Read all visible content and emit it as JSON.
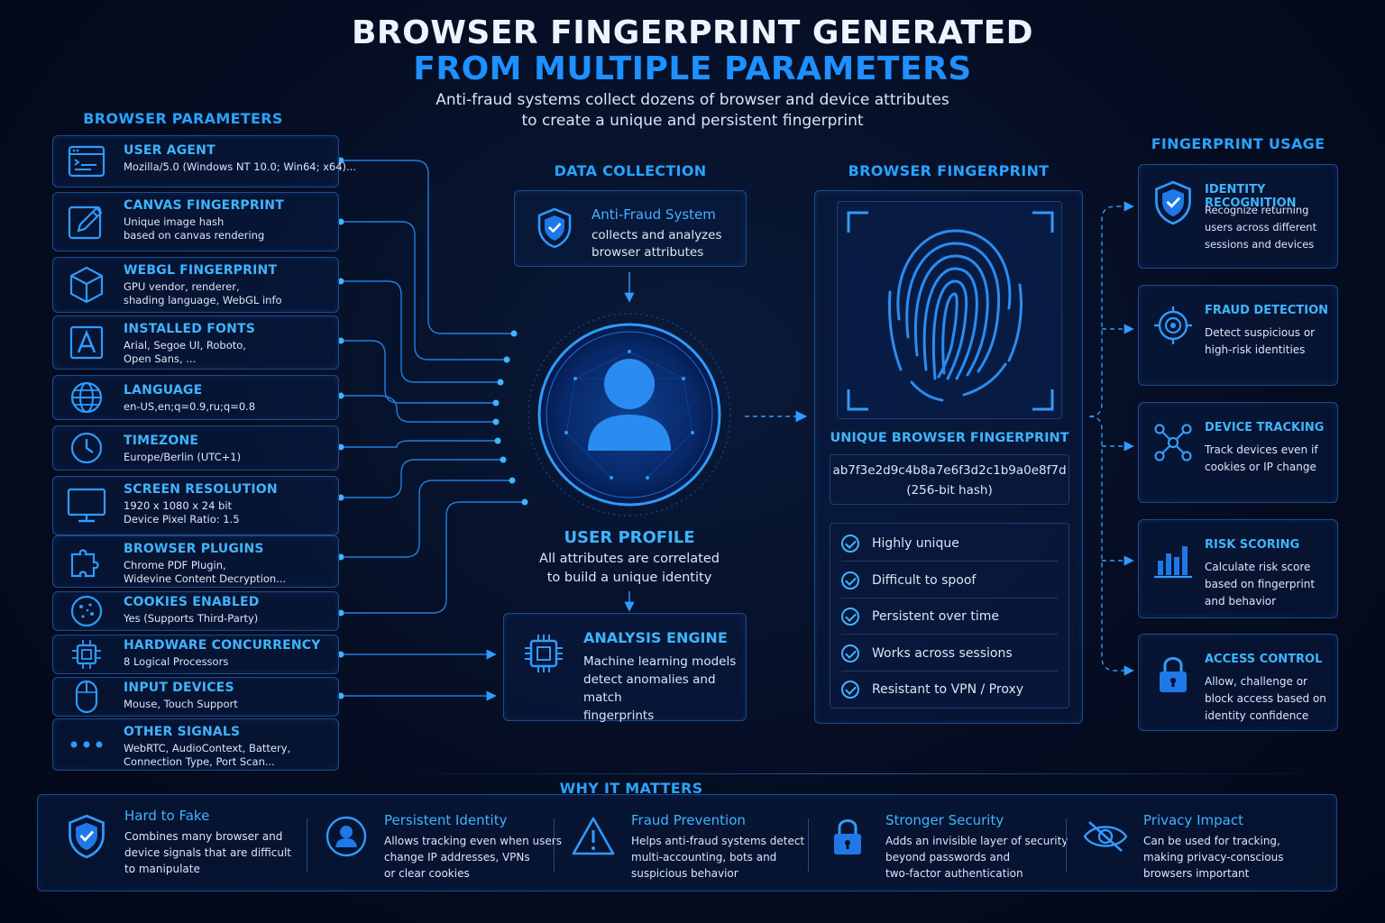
{
  "header": {
    "title_line1": "BROWSER FINGERPRINT GENERATED",
    "title_line2": "FROM MULTIPLE PARAMETERS",
    "subtitle_line1": "Anti-fraud systems collect dozens of browser and device attributes",
    "subtitle_line2": "to create a unique and persistent fingerprint"
  },
  "browser_parameters": {
    "heading": "BROWSER PARAMETERS",
    "items": [
      {
        "title": "USER AGENT",
        "desc1": "Mozilla/5.0 (Windows NT 10.0; Win64; x64)...",
        "desc2": "",
        "icon": "browser-window-icon"
      },
      {
        "title": "CANVAS FINGERPRINT",
        "desc1": "Unique image hash",
        "desc2": "based on canvas rendering",
        "icon": "pencil-canvas-icon"
      },
      {
        "title": "WEBGL FINGERPRINT",
        "desc1": "GPU vendor, renderer,",
        "desc2": "shading language, WebGL info",
        "icon": "cube-icon"
      },
      {
        "title": "INSTALLED FONTS",
        "desc1": "Arial, Segoe UI, Roboto,",
        "desc2": "Open Sans, ...",
        "icon": "font-icon"
      },
      {
        "title": "LANGUAGE",
        "desc1": "en-US,en;q=0.9,ru;q=0.8",
        "desc2": "",
        "icon": "globe-icon"
      },
      {
        "title": "TIMEZONE",
        "desc1": "Europe/Berlin (UTC+1)",
        "desc2": "",
        "icon": "clock-icon"
      },
      {
        "title": "SCREEN RESOLUTION",
        "desc1": "1920 x 1080 x 24 bit",
        "desc2": "Device Pixel Ratio: 1.5",
        "icon": "monitor-icon"
      },
      {
        "title": "BROWSER PLUGINS",
        "desc1": "Chrome PDF Plugin,",
        "desc2": "Widevine Content Decryption...",
        "icon": "puzzle-icon"
      },
      {
        "title": "COOKIES ENABLED",
        "desc1": "Yes (Supports Third-Party)",
        "desc2": "",
        "icon": "cookie-icon"
      },
      {
        "title": "HARDWARE CONCURRENCY",
        "desc1": "8 Logical Processors",
        "desc2": "",
        "icon": "chip-icon"
      },
      {
        "title": "INPUT DEVICES",
        "desc1": "Mouse, Touch Support",
        "desc2": "",
        "icon": "mouse-icon"
      },
      {
        "title": "OTHER SIGNALS",
        "desc1": "WebRTC, AudioContext, Battery,",
        "desc2": "Connection Type, Port Scan...",
        "icon": "dots-icon"
      }
    ]
  },
  "data_collection": {
    "heading": "DATA COLLECTION",
    "title": "Anti-Fraud System",
    "desc1": "collects and analyzes",
    "desc2": "browser attributes"
  },
  "user_profile": {
    "title": "USER PROFILE",
    "desc1": "All attributes are correlated",
    "desc2": "to build a unique identity"
  },
  "analysis_engine": {
    "title": "ANALYSIS ENGINE",
    "desc1": "Machine learning models",
    "desc2": "detect anomalies and match",
    "desc3": "fingerprints"
  },
  "browser_fingerprint": {
    "heading": "BROWSER FINGERPRINT",
    "label": "UNIQUE BROWSER FINGERPRINT",
    "hash": "ab7f3e2d9c4b8a7e6f3d2c1b9a0e8f7d",
    "hash_note": "(256-bit hash)",
    "features": [
      "Highly unique",
      "Difficult to spoof",
      "Persistent over time",
      "Works across sessions",
      "Resistant to VPN / Proxy"
    ]
  },
  "fingerprint_usage": {
    "heading": "FINGERPRINT USAGE",
    "items": [
      {
        "title": "IDENTITY RECOGNITION",
        "desc": "Recognize returning users across different sessions and devices",
        "icon": "shield-check-icon"
      },
      {
        "title": "FRAUD DETECTION",
        "desc": "Detect suspicious or high-risk identities",
        "icon": "target-icon"
      },
      {
        "title": "DEVICE TRACKING",
        "desc": "Track devices even if cookies or IP change",
        "icon": "network-icon"
      },
      {
        "title": "RISK SCORING",
        "desc": "Calculate risk score based on fingerprint and behavior",
        "icon": "bar-chart-icon"
      },
      {
        "title": "ACCESS CONTROL",
        "desc": "Allow, challenge or block access based on identity confidence",
        "icon": "lock-icon"
      }
    ]
  },
  "why_it_matters": {
    "heading": "WHY IT MATTERS",
    "items": [
      {
        "title": "Hard to Fake",
        "desc1": "Combines many browser and",
        "desc2": "device signals that are difficult",
        "desc3": "to manipulate",
        "icon": "shield-check-icon"
      },
      {
        "title": "Persistent Identity",
        "desc1": "Allows tracking even when users",
        "desc2": "change IP addresses, VPNs",
        "desc3": "or clear cookies",
        "icon": "user-circle-icon"
      },
      {
        "title": "Fraud Prevention",
        "desc1": "Helps anti-fraud systems detect",
        "desc2": "multi-accounting, bots and",
        "desc3": "suspicious behavior",
        "icon": "warning-icon"
      },
      {
        "title": "Stronger Security",
        "desc1": "Adds an invisible layer of security",
        "desc2": "beyond passwords and",
        "desc3": "two-factor authentication",
        "icon": "padlock-icon"
      },
      {
        "title": "Privacy Impact",
        "desc1": "Can be used for tracking,",
        "desc2": "making privacy-conscious",
        "desc3": "browsers important",
        "icon": "eye-slash-icon"
      }
    ]
  },
  "colors": {
    "accent": "#1e90ff",
    "accent_light": "#3fb4ff",
    "background": "#050d22",
    "card_border": "#1f4a8a"
  }
}
